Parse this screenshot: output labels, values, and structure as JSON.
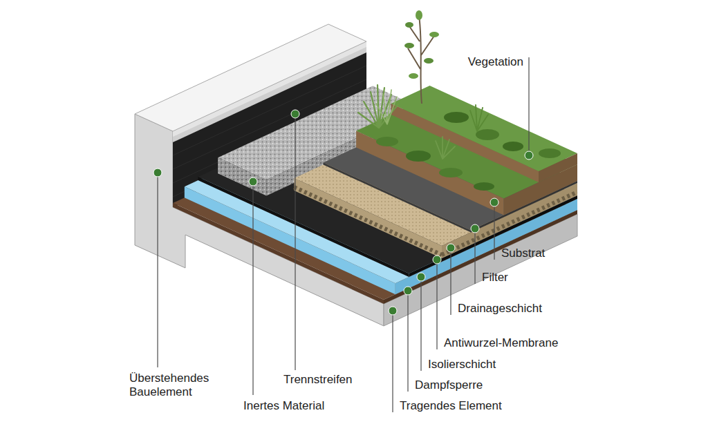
{
  "diagram": {
    "labels": [
      "Vegetation",
      "Substrat",
      "Filter",
      "Drainageschicht",
      "Antiwurzel-Membrane",
      "Isolierschicht",
      "Dampfsperre",
      "Tragendes Element",
      "Überstehendes Bauelement",
      "Trennstreifen",
      "Inertes Material"
    ]
  }
}
